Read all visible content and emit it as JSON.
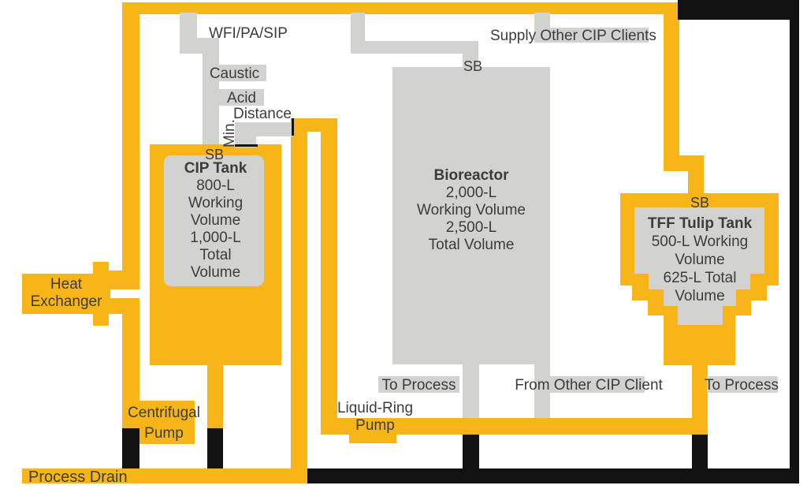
{
  "colors": {
    "pipe_yellow": "#F8B517",
    "pipe_gray": "#D2D2D0",
    "pipe_black": "#121212",
    "text_dark": "#3C3C3C"
  },
  "top": {
    "wfi_label": "WFI/PA/SIP",
    "caustic_label": "Caustic",
    "acid_label": "Acid",
    "min_label": "Min.",
    "distance_label": "Distance",
    "supply_label": "Supply Other CIP Clients"
  },
  "tanks": {
    "cip": {
      "sb": "SB",
      "title": "CIP Tank",
      "lines": [
        "800-L",
        "Working",
        "Volume",
        "1,000-L",
        "Total",
        "Volume"
      ]
    },
    "bioreactor": {
      "sb": "SB",
      "title": "Bioreactor",
      "lines": [
        "2,000-L",
        "Working Volume",
        "2,500-L",
        "Total Volume"
      ]
    },
    "tff": {
      "sb": "SB",
      "title": "TFF Tulip Tank",
      "lines": [
        "500-L Working",
        "Volume",
        "625-L Total",
        "Volume"
      ]
    }
  },
  "equipment": {
    "heat_exchanger": {
      "lines": [
        "Heat",
        "Exchanger"
      ]
    },
    "centrifugal_pump": {
      "lines": [
        "Centrifugal",
        "Pump"
      ]
    },
    "liquid_ring_pump": {
      "lines": [
        "Liquid-Ring",
        "Pump"
      ]
    }
  },
  "bottom": {
    "process_drain_label": "Process Drain",
    "to_process_left_label": "To Process",
    "from_other_label": "From Other CIP Client",
    "to_process_right_label": "To Process"
  }
}
